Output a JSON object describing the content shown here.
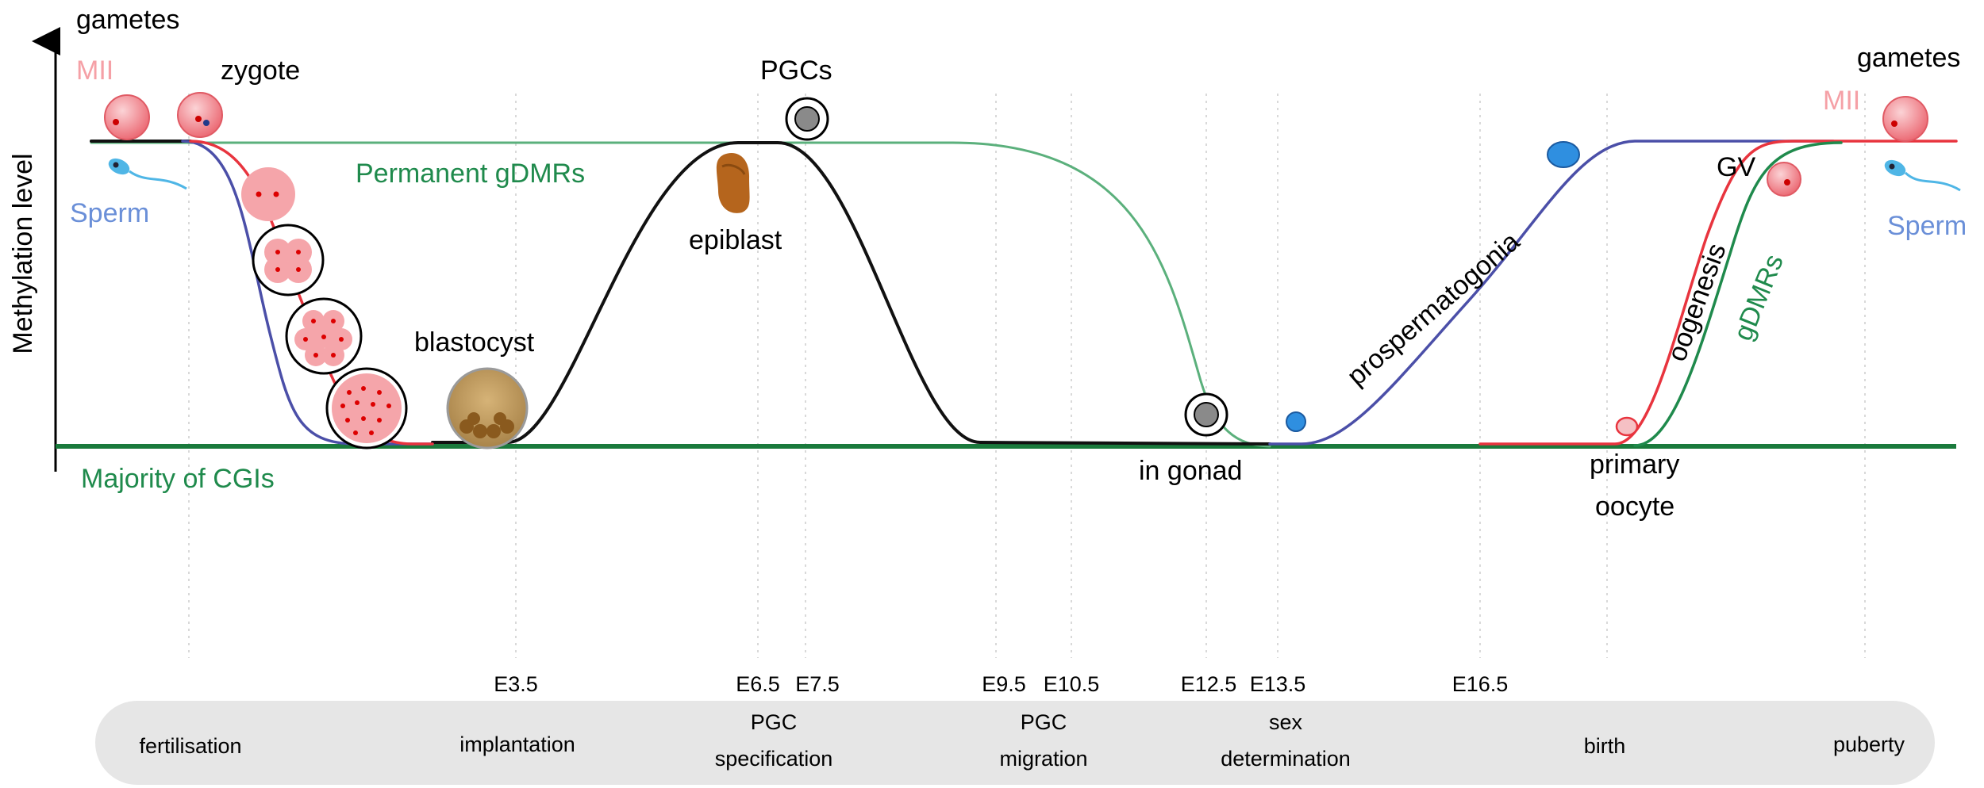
{
  "axis": {
    "y_label": "Methylation level"
  },
  "labels": {
    "gametes_left": "gametes",
    "gametes_right": "gametes",
    "mii_left": "MII",
    "mii_right": "MII",
    "zygote": "zygote",
    "sperm_left": "Sperm",
    "sperm_right": "Sperm",
    "permanent_gdmrs": "Permanent gDMRs",
    "pgcs": "PGCs",
    "epiblast": "epiblast",
    "blastocyst": "blastocyst",
    "majority_cgis": "Majority of CGIs",
    "in_gonad": "in gonad",
    "prospermatogonia": "prospermatogonia",
    "oogenesis": "oogenesis",
    "gdmrs": "gDMRs",
    "gv": "GV",
    "primary_oocyte_1": "primary",
    "primary_oocyte_2": "oocyte"
  },
  "timepoints": [
    "E3.5",
    "E6.5",
    "E7.5",
    "E9.5",
    "E10.5",
    "E12.5",
    "E13.5",
    "E16.5"
  ],
  "stages": [
    {
      "line1": "fertilisation",
      "line2": ""
    },
    {
      "line1": "implantation",
      "line2": ""
    },
    {
      "line1": "PGC",
      "line2": "specification"
    },
    {
      "line1": "PGC",
      "line2": "migration"
    },
    {
      "line1": "sex",
      "line2": "determination"
    },
    {
      "line1": "birth",
      "line2": ""
    },
    {
      "line1": "puberty",
      "line2": ""
    }
  ],
  "colors": {
    "paternal": "#4b4fa8",
    "maternal": "#e8343e",
    "embryo": "#111111",
    "gdmr_green": "#1f8a4c",
    "permanent_green": "#5bb07c",
    "baseline_green": "#1a7a3c",
    "mii_pink": "#f5a0a6",
    "sperm_blue": "#5b8fd6",
    "stage_bar": "#e6e6e6"
  }
}
